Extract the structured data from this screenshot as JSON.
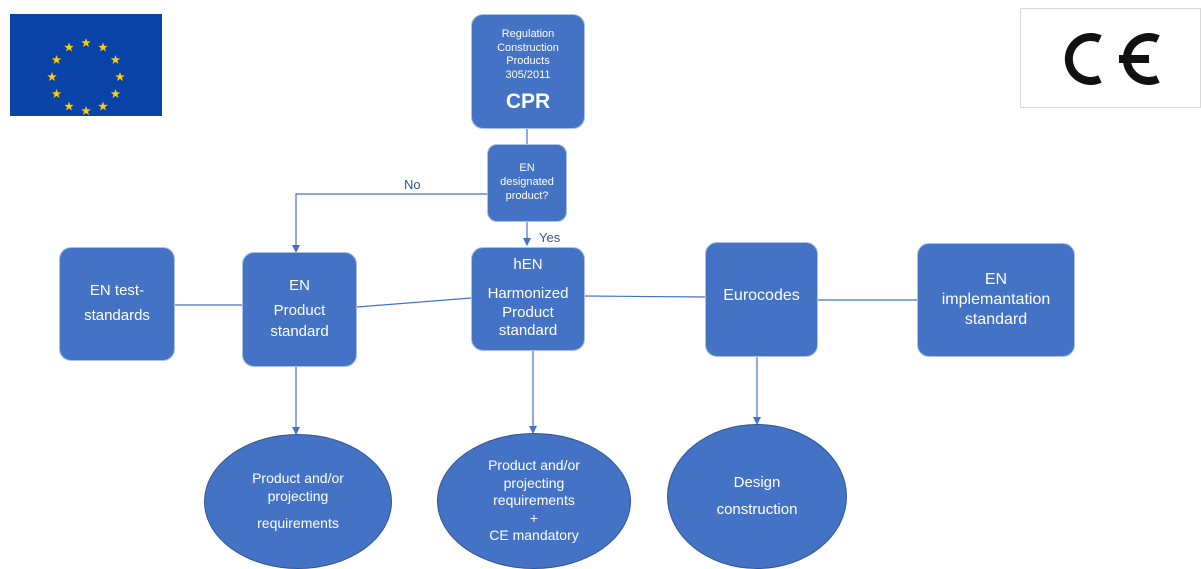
{
  "logos": {
    "eu_flag": {
      "icon": "eu-flag-icon",
      "background": "#0a43a8",
      "star_color": "#ffcc00"
    },
    "ce_mark": {
      "icon": "ce-mark-icon",
      "text": "CE"
    }
  },
  "nodes": {
    "cpr": {
      "lines": [
        "Regulation",
        "Construction",
        "Products",
        "305/2011"
      ],
      "title": "CPR"
    },
    "question": {
      "lines": [
        "EN",
        "designated",
        "product?"
      ]
    },
    "en_test": {
      "lines": [
        "EN test-",
        "standards"
      ]
    },
    "en_product": {
      "lines": [
        "EN",
        "Product",
        "standard"
      ]
    },
    "hen": {
      "lines": [
        "hEN",
        "Harmonized",
        "Product",
        "standard"
      ]
    },
    "eurocodes": {
      "lines": [
        "Eurocodes"
      ]
    },
    "en_impl": {
      "lines": [
        "EN",
        "implemantation",
        "standard"
      ]
    },
    "req1": {
      "lines": [
        "Product and/or",
        "projecting",
        "requirements"
      ]
    },
    "req2": {
      "lines": [
        "Product and/or",
        "projecting",
        "requirements",
        "+",
        "CE mandatory"
      ]
    },
    "design": {
      "lines": [
        "Design",
        "construction"
      ]
    }
  },
  "edges": {
    "no_label": "No",
    "yes_label": "Yes"
  },
  "colors": {
    "box_fill": "#4472c4",
    "line": "#4472c4",
    "label": "#2f5597"
  }
}
